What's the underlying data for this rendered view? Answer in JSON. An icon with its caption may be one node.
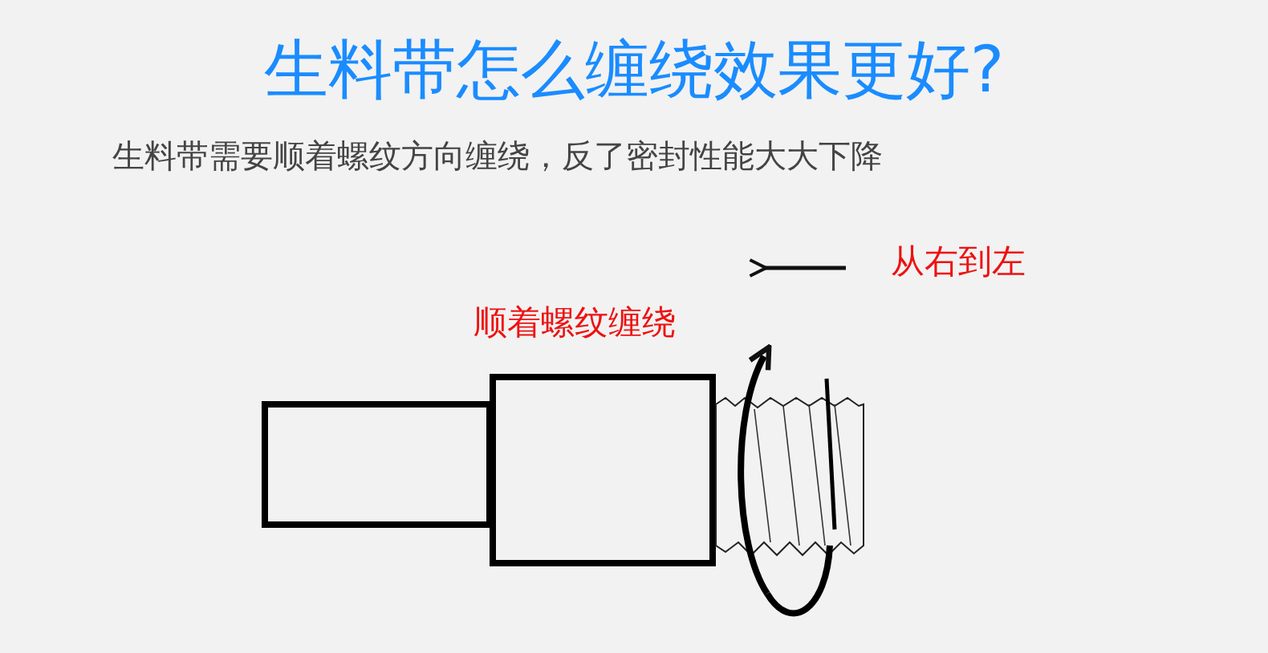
{
  "diagram": {
    "title": "生料带怎么缠绕效果更好?",
    "labels": [
      "生料带需要顺着螺纹方向缠绕，反了密封性能大大下降",
      "从右到左",
      "顺着螺纹缠绕"
    ]
  }
}
